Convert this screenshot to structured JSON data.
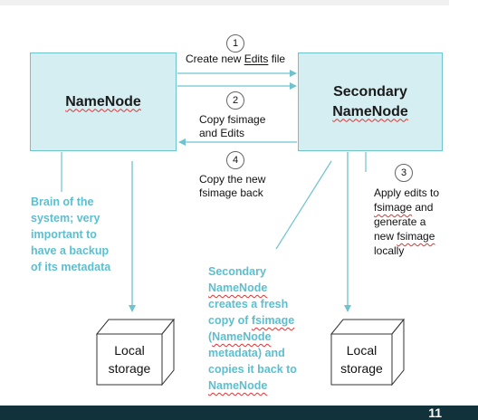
{
  "nodes": {
    "namenode": "NameNode",
    "secondary_line1": "Secondary",
    "secondary_line2": "NameNode"
  },
  "steps": {
    "s1": {
      "num": "1",
      "text_pre": "Create new ",
      "text_ul": "Edits",
      "text_post": " file"
    },
    "s2": {
      "num": "2",
      "line1": "Copy fsimage",
      "line2": "and Edits"
    },
    "s4": {
      "num": "4",
      "line1": "Copy the new",
      "line2": "fsimage back"
    },
    "s3": {
      "num": "3",
      "line1": "Apply edits to",
      "line2": "fsimage",
      "line2b": " and",
      "line3": "generate a",
      "line4": "new ",
      "line4b": "fsimage",
      "line5": "locally"
    }
  },
  "notes": {
    "brain": [
      "Brain of the",
      "system; very",
      "important to",
      "have a backup",
      "of its metadata"
    ],
    "secondary": {
      "l1": "Secondary",
      "l2": "NameNode",
      "l3": "creates a fresh",
      "l4a": "copy of ",
      "l4b": "fsimage",
      "l5a": "(",
      "l5b": "NameNode",
      "l6": "metadata) and",
      "l7": "copies it back to",
      "l8": "NameNode"
    }
  },
  "storage": {
    "left_l1": "Local",
    "left_l2": "storage",
    "right_l1": "Local",
    "right_l2": "storage"
  },
  "colors": {
    "box_fill": "#d5eef2",
    "box_border": "#6ec3cf",
    "arrow": "#6ec3cf",
    "note_text": "#5bbfcf",
    "footer": "#12323b"
  },
  "page_number": "11"
}
